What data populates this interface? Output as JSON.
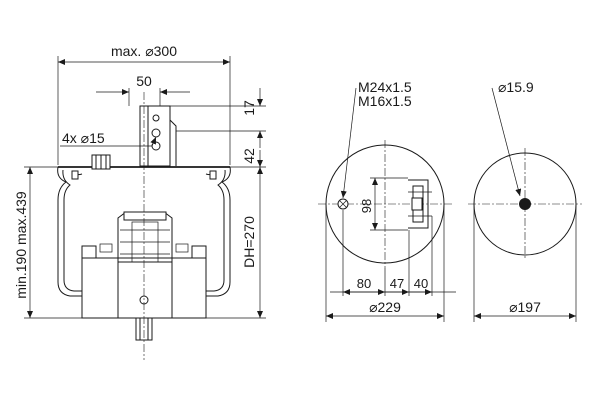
{
  "side_view": {
    "dim_width": "max. ⌀300",
    "dim_bolt_spacing": "50",
    "dim_holes": "4x ⌀15",
    "dim_top_17": "17",
    "dim_top_42": "42",
    "dim_height_range": "min.190 max.439",
    "dim_design_height": "DH=270"
  },
  "top_view": {
    "label_thread_1": "M24x1.5",
    "label_thread_2": "M16x1.5",
    "dim_98": "98",
    "dim_80": "80",
    "dim_47": "47",
    "dim_40": "40",
    "dim_diameter": "⌀229"
  },
  "bottom_view": {
    "label_hole": "⌀15.9",
    "dim_diameter": "⌀197"
  }
}
